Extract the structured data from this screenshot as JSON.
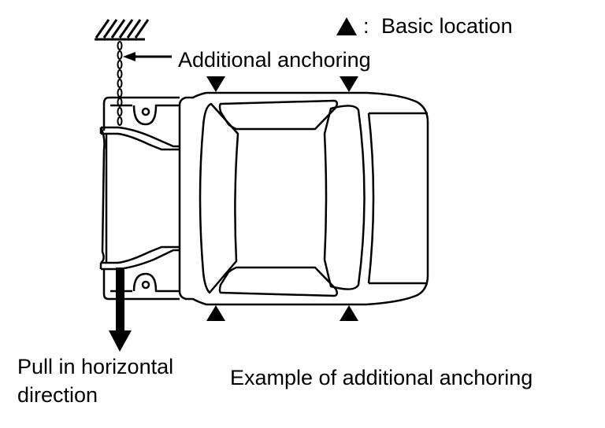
{
  "legend": {
    "symbol": "▲",
    "separator": ":",
    "label": "Basic location"
  },
  "labels": {
    "additional_anchoring": "Additional anchoring",
    "pull_line1": "Pull in horizontal",
    "pull_line2": "direction",
    "caption": "Example of additional anchoring"
  },
  "colors": {
    "ink": "#000000",
    "background": "#ffffff"
  }
}
